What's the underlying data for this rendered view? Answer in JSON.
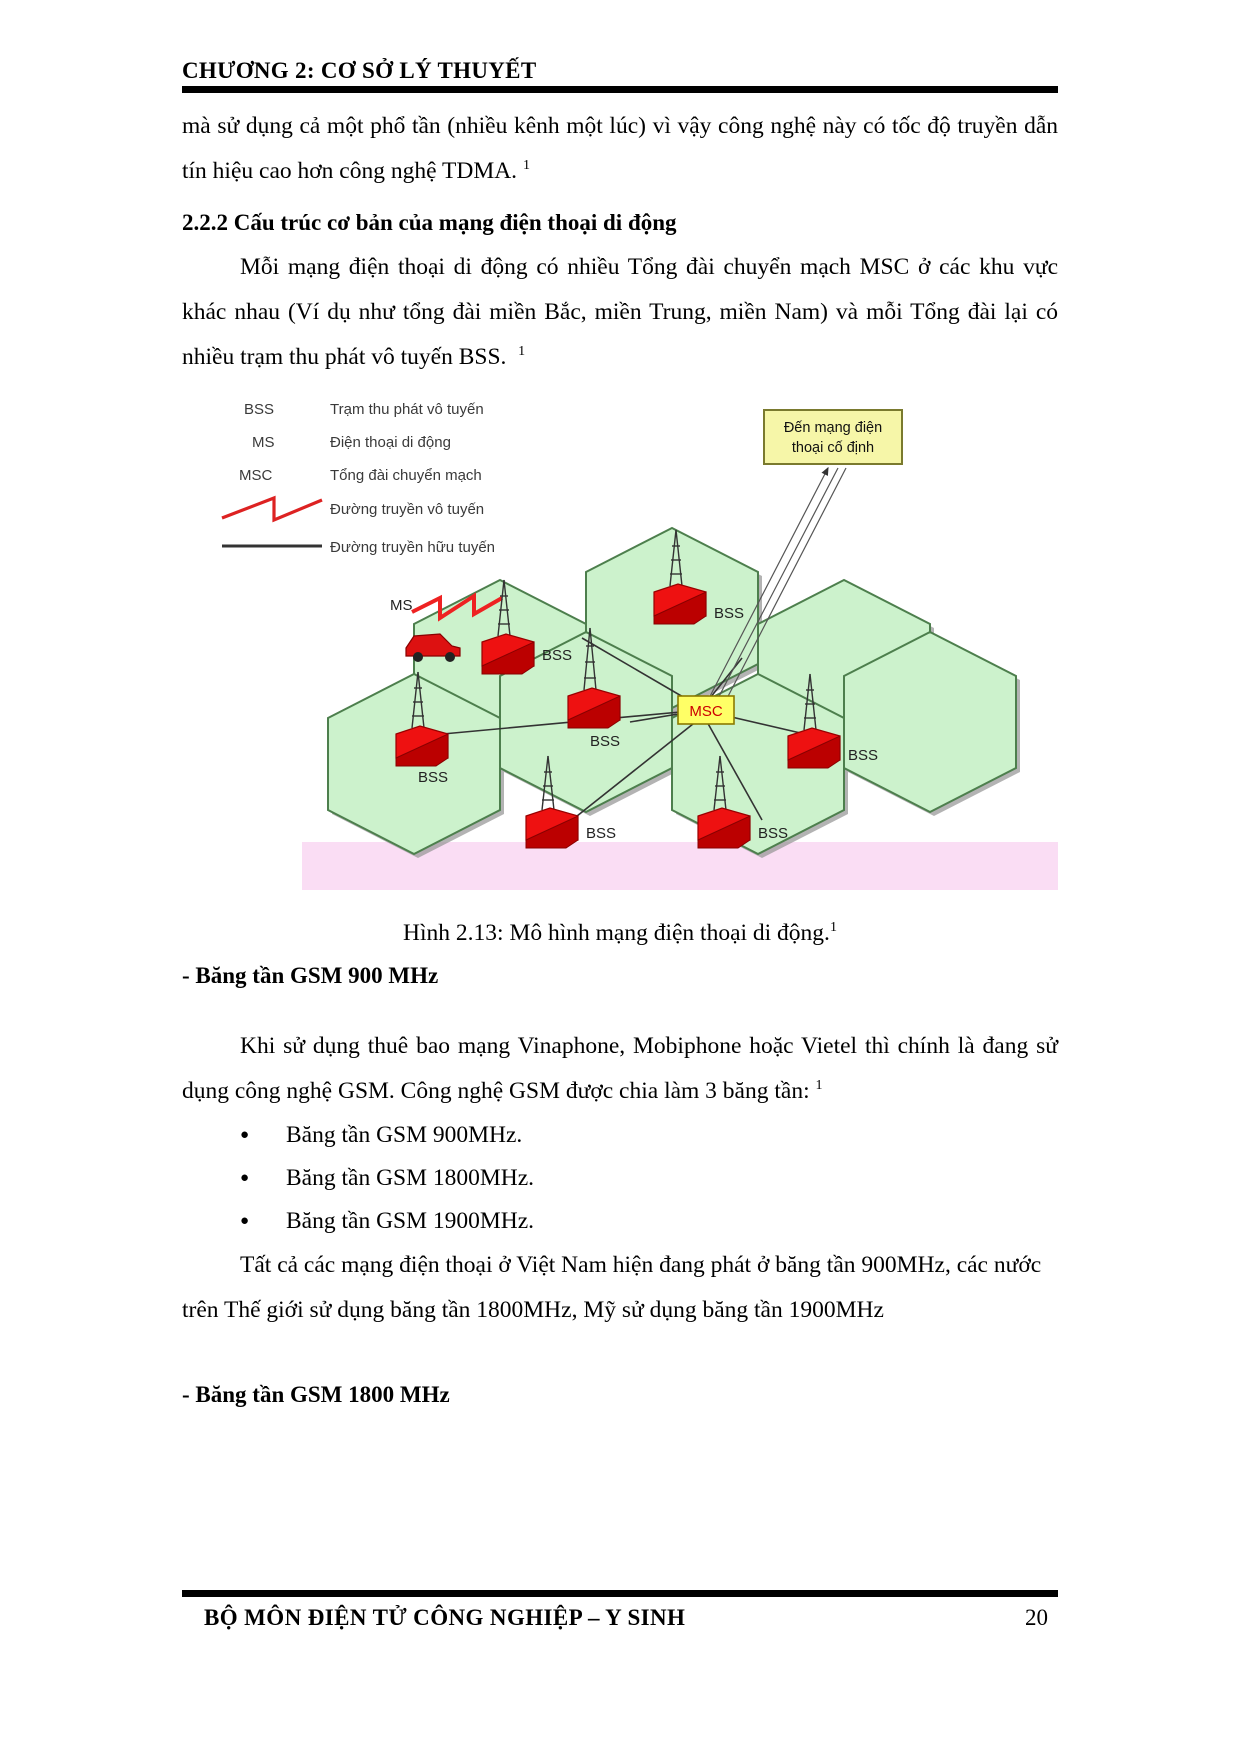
{
  "header": {
    "title": "CHƯƠNG 2: CƠ SỞ LÝ THUYẾT"
  },
  "body": {
    "para_top": "mà sử dụng cả một phổ tần (nhiều kênh một lúc) vì vậy công nghệ này có tốc độ truyền dẫn tín hiệu cao hơn công nghệ TDMA.",
    "para_top_ref": "1",
    "section_heading": "2.2.2 Cấu trúc cơ bản của mạng điện thoại di động",
    "para_structure": "Mỗi mạng điện thoại di động có nhiều Tổng đài chuyển mạch MSC ở các khu vực khác nhau (Ví dụ như tổng đài miền Bắc, miền Trung, miền Nam) và mỗi Tổng đài lại có nhiều trạm thu phát vô tuyến BSS.",
    "para_structure_ref": "1",
    "figure_caption": "Hình 2.13: Mô hình mạng điện thoại di động.",
    "figure_caption_ref": "1",
    "band900_heading": "- Băng tần GSM 900 MHz",
    "para_gsm": "Khi sử dụng thuê bao mạng Vinaphone, Mobiphone hoặc Vietel thì chính là đang sử dụng công nghệ GSM. Công nghệ GSM được chia làm 3 băng tần:",
    "para_gsm_ref": "1",
    "bullets": [
      "Băng tần GSM 900MHz.",
      "Băng tần GSM 1800MHz.",
      "Băng tần GSM 1900MHz."
    ],
    "para_all_networks": "Tất cả các mạng điện thoại ở Việt Nam hiện đang phát ở băng tần 900MHz, các nước trên Thế giới sử dụng băng tần 1800MHz, Mỹ sử dụng băng tần 1900MHz",
    "band1800_heading": "- Băng tần GSM 1800 MHz"
  },
  "figure": {
    "legend": [
      {
        "abbr": "BSS",
        "desc": "Trạm thu phát vô tuyến"
      },
      {
        "abbr": "MS",
        "desc": "Điện thoại di động"
      },
      {
        "abbr": "MSC",
        "desc": "Tổng đài chuyển mạch"
      }
    ],
    "legend_lines": [
      {
        "symbol": "red-zigzag",
        "desc": "Đường truyền vô tuyến"
      },
      {
        "symbol": "black-line",
        "desc": "Đường truyền hữu tuyến"
      }
    ],
    "callout_box": "Đến mạng điện thoại cố định",
    "msc_label": "MSC",
    "ms_label": "MS",
    "bss_label": "BSS",
    "bss_count": 7,
    "colors": {
      "cell_fill": "#ccf2cc",
      "cell_stroke": "#4d7f4d",
      "cell_shadow": "#808080",
      "station_red": "#ee1111",
      "station_dark": "#aa0000",
      "callout_fill": "#f6f6a8",
      "callout_stroke": "#888833",
      "msc_fill": "#ffff66",
      "msc_stroke": "#996600",
      "msc_text": "#cc0000",
      "wireless_red": "#dd2222",
      "ground_pink": "#f9d7f2"
    }
  },
  "footer": {
    "department": "BỘ MÔN ĐIỆN TỬ CÔNG NGHIỆP – Y SINH",
    "page_number": "20"
  }
}
